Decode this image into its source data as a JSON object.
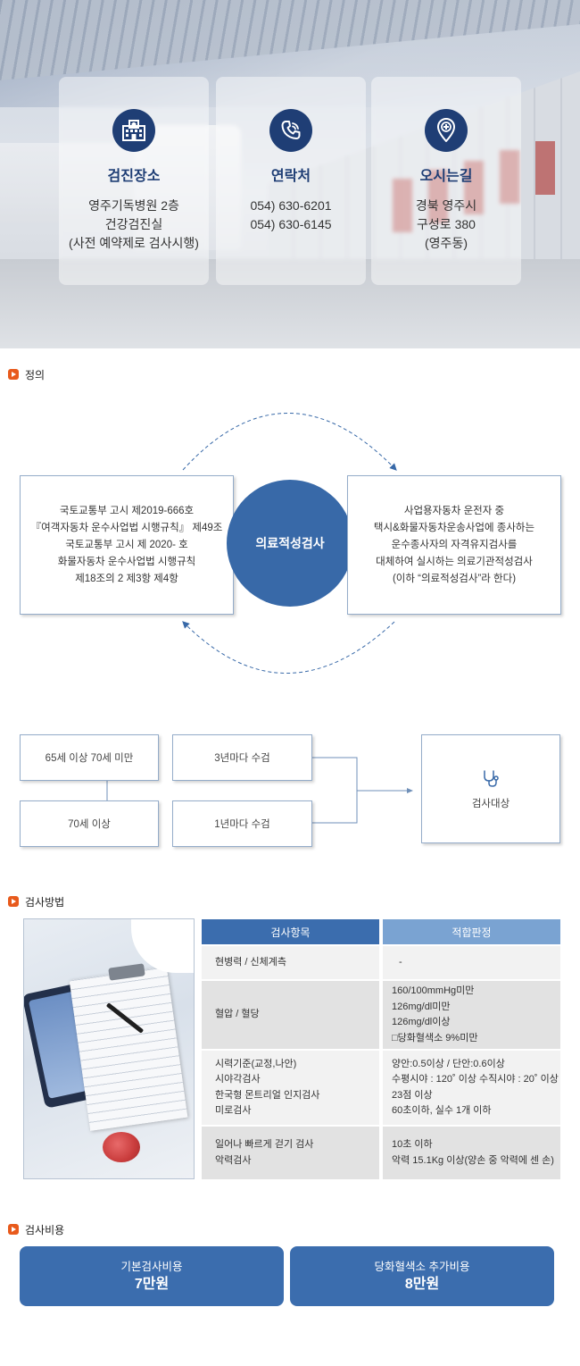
{
  "hero": {
    "cards": [
      {
        "icon": "hospital-icon",
        "title": "검진장소",
        "lines": [
          "영주기독병원 2층",
          "건강검진실",
          "(사전 예약제로 검사시행)"
        ]
      },
      {
        "icon": "phone-icon",
        "title": "연락처",
        "lines": [
          "054) 630-6201",
          "054) 630-6145"
        ]
      },
      {
        "icon": "location-pin-icon",
        "title": "오시는길",
        "lines": [
          "경북 영주시",
          "구성로 380",
          "(영주동)"
        ]
      }
    ]
  },
  "definition": {
    "heading": "정의",
    "left_lines": [
      "국토교통부 고시 제2019-666호",
      "『여객자동차 운수사업법 시행규칙』 제49조",
      "국토교통부 고시 제 2020-  호",
      "화물자동차 운수사업법 시행규칙",
      "제18조의 2 제3항 제4항"
    ],
    "center": "의료적성검사",
    "right_lines": [
      "사업용자동차 운전자 중",
      "택시&화물자동차운송사업에 종사하는",
      "운수종사자의 자격유지검사를",
      "대체하여 실시하는 의료기관적성검사",
      "(이하 “의료적성검사”라 한다)"
    ]
  },
  "age_flow": {
    "group1": {
      "age": "65세 이상 70세 미만",
      "cycle": "3년마다 수검"
    },
    "group2": {
      "age": "70세 이상",
      "cycle": "1년마다 수검"
    },
    "target": {
      "icon": "stethoscope-icon",
      "label": "검사대상"
    }
  },
  "method": {
    "heading": "검사방법",
    "header_item": "검사항목",
    "header_result": "적합판정",
    "rows": [
      {
        "items": [
          "현병력 / 신체계측"
        ],
        "results": [
          "-"
        ]
      },
      {
        "items": [
          "혈압 / 혈당"
        ],
        "results": [
          "160/100mmHg미만",
          "126mg/dl미만",
          "126mg/dl이상",
          "□당화혈색소 9%미만"
        ]
      },
      {
        "items": [
          "시력기준(교정,나안)",
          "시야각검사",
          "한국형 몬트리얼 인지검사",
          "미로검사"
        ],
        "results": [
          "양안:0.5이상 / 단안:0.6이상",
          "수평시야 : 120˚ 이상 수직시야 : 20˚ 이상",
          "23점 이상",
          "60초이하, 실수 1개 이하"
        ]
      },
      {
        "items": [
          "일어나 빠르게 걷기 검사",
          "악력검사"
        ],
        "results": [
          "10초 이하",
          "악력 15.1Kg 이상(양손 중 악력에 센 손)"
        ]
      }
    ]
  },
  "cost": {
    "heading": "검사비용",
    "items": [
      {
        "label": "기본검사비용",
        "value": "7만원"
      },
      {
        "label": "당화혈색소 추가비용",
        "value": "8만원"
      }
    ]
  }
}
